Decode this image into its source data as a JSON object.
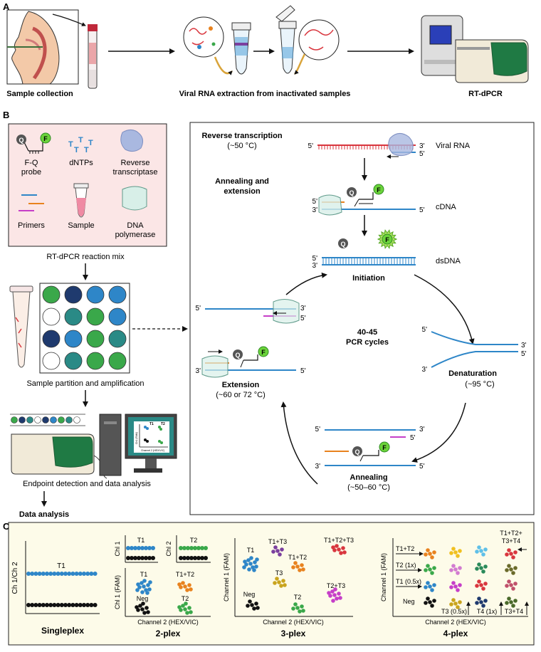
{
  "panel_a": {
    "label": "A",
    "sample_collection": "Sample collection",
    "extraction": "Viral RNA extraction from inactivated samples",
    "rtdpcr": "RT-dPCR"
  },
  "panel_b": {
    "label": "B",
    "reagents": {
      "probe_q": "Q",
      "probe_f": "F",
      "probe_line1": "F-Q",
      "probe_line2": "probe",
      "dntps": "dNTPs",
      "rt_line1": "Reverse",
      "rt_line2": "transcriptase",
      "primers": "Primers",
      "sample": "Sample",
      "pol_line1": "DNA",
      "pol_line2": "polymerase"
    },
    "mix_caption": "RT-dPCR reaction mix",
    "partition_caption": "Sample partition and amplification",
    "detection_caption": "Endpoint detection and data analysis",
    "data_analysis": "Data analysis",
    "screen": {
      "t1": "T1",
      "t2": "T2",
      "ylabel": "Ch1 (FAM)",
      "xlabel": "Channel 2 (HEX/VIC)"
    },
    "cycle": {
      "rt_title": "Reverse transcription",
      "rt_temp": "(~50 °C)",
      "viral_rna": "Viral RNA",
      "annealing_ext_line1": "Annealing and",
      "annealing_ext_line2": "extension",
      "cdna": "cDNA",
      "dsdna": "dsDNA",
      "initiation": "Initiation",
      "cycles_line1": "40-45",
      "cycles_line2": "PCR cycles",
      "denaturation": "Denaturation",
      "denaturation_temp": "(~95 °C)",
      "annealing": "Annealing",
      "annealing_temp": "(~50–60 °C)",
      "extension": "Extension",
      "extension_temp": "(~60 or 72 °C)",
      "five": "5'",
      "three": "3'",
      "q": "Q",
      "f": "F"
    }
  },
  "panel_c": {
    "label": "C",
    "singleplex": {
      "title": "Singleplex",
      "ylabel": "Ch 1/Ch 2",
      "t1": "T1"
    },
    "twoplex": {
      "title": "2-plex",
      "chl1": "Chl 1",
      "chl2": "Chl 2",
      "t1": "T1",
      "t2": "T2",
      "ylabel": "Chl 1 (FAM)",
      "xlabel": "Channel 2 (HEX/VIC)",
      "t1_2": "T1",
      "t1t2": "T1+T2",
      "neg": "Neg",
      "t2_2": "T2"
    },
    "threeplex": {
      "title": "3-plex",
      "ylabel": "Channel 1 (FAM)",
      "xlabel": "Channel 2 (HEX/VIC)",
      "t1": "T1",
      "t1t3": "T1+T3",
      "t1t2t3": "T1+T2+T3",
      "t1t2": "T1+T2",
      "t3": "T3",
      "t2t3": "T2+T3",
      "neg": "Neg",
      "t2": "T2"
    },
    "fourplex": {
      "title": "4-plex",
      "ylabel": "Channel 1 (FAM)",
      "xlabel": "Channel 2 (HEX/VIC)",
      "t1t2": "T1+T2",
      "t2_1x": "T2 (1x)",
      "t1_05x": "T1 (0.5x)",
      "neg": "Neg",
      "t3_05x": "T3 (0.5x)",
      "t4_1x": "T4 (1x)",
      "t3t4": "T3+T4",
      "all_line1": "T1+T2+",
      "all_line2": "T3+T4"
    }
  },
  "colors": {
    "blue": "#2e86c8",
    "red": "#d9363e",
    "green": "#3aa84a",
    "navy": "#1f3a6e",
    "teal": "#2a8a86",
    "orange": "#e8821e",
    "magenta": "#c63fc8",
    "purple": "#7b3f9e",
    "pink_panel": "#fbe6e6",
    "cream_panel": "#fdfbe9"
  }
}
